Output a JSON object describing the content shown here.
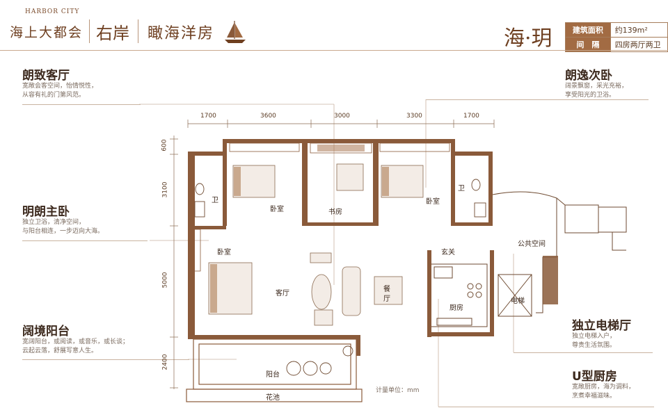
{
  "header": {
    "brand_en": "HARBOR CITY",
    "brand_cn": "海上大都会",
    "right_bank": "右岸",
    "slogan": "瞰海洋房",
    "unit_name": "海·玥",
    "spec": [
      {
        "key": "建筑面积",
        "value": "约139m²"
      },
      {
        "key": "间　隔",
        "value": "四房两厅两卫"
      }
    ]
  },
  "features": {
    "living": {
      "title": "朗致客厅",
      "desc": [
        "宽敞会客空间，怡情悦性，",
        "从容有礼的门第风范。"
      ]
    },
    "master": {
      "title": "明朗主卧",
      "desc": [
        "独立卫浴，清净空间，",
        "与阳台相连，一步迈向大海。"
      ]
    },
    "balcony": {
      "title": "阔境阳台",
      "desc": [
        "宽阔阳台，或阅读，或音乐，或长谈；",
        "云起云落，舒展写意人生。"
      ]
    },
    "second": {
      "title": "朗逸次卧",
      "desc": [
        "阔景飘窗，采光充裕，",
        "享受阳光的卫浴。"
      ]
    },
    "elevator": {
      "title": "独立电梯厅",
      "desc": [
        "独立电梯入户，",
        "尊贵生活氛围。"
      ]
    },
    "kitchen": {
      "title": "U型厨房",
      "desc": [
        "宽敞厨房，海为调料，",
        "烹煮幸福滋味。"
      ]
    }
  },
  "dimensions": {
    "top": [
      "1700",
      "3600",
      "3000",
      "3300",
      "1700"
    ],
    "left": [
      "600",
      "3100",
      "5000",
      "2400"
    ]
  },
  "rooms": {
    "bath_left": "卫",
    "bedroom_1": "卧室",
    "study": "书房",
    "bedroom_2": "卧室",
    "bath_right": "卫",
    "master_bedroom": "卧室",
    "living": "客厅",
    "dining": "餐\n厅",
    "foyer": "玄关",
    "public": "公共空间",
    "kitchen": "厨房",
    "elevator": "电梯",
    "balcony": "阳台",
    "garden": "花池"
  },
  "footnote": "计量单位：mm",
  "colors": {
    "brand": "#6e3f20",
    "accent": "#a26b43",
    "wall": "#8a5a3a",
    "text": "#3d2a1e"
  }
}
